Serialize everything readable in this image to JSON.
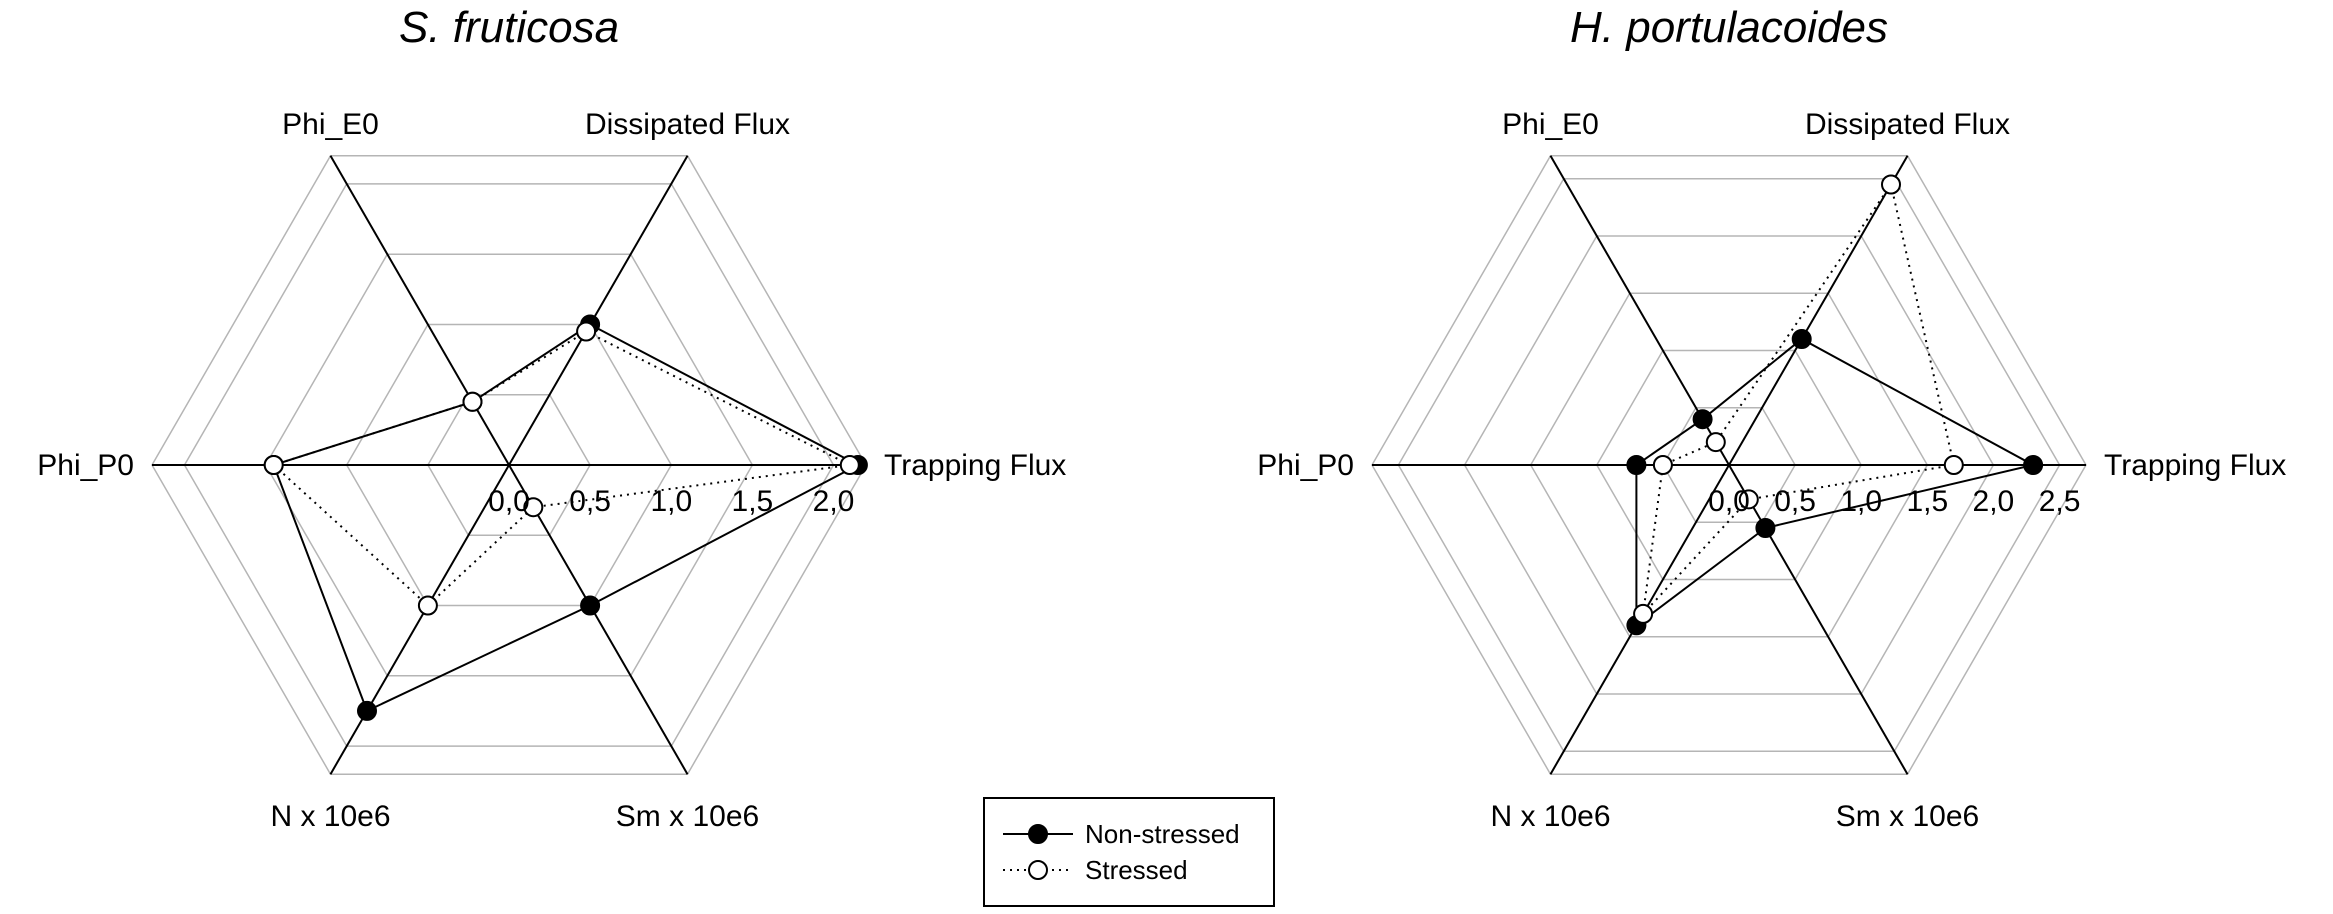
{
  "chart_data": [
    {
      "type": "radar",
      "title": "S. fruticosa",
      "axes": [
        "Trapping Flux",
        "Dissipated Flux",
        "Phi_E0",
        "Phi_P0",
        "N x 10e6",
        "Sm x 10e6"
      ],
      "ticks": [
        "0,0",
        "0,5",
        "1,0",
        "1,5",
        "2,0"
      ],
      "tick_values": [
        0,
        0.5,
        1.0,
        1.5,
        2.0
      ],
      "rmax": 2.2,
      "series": [
        {
          "name": "Non-stressed",
          "values": [
            2.15,
            1.0,
            0.45,
            1.45,
            1.75,
            1.0
          ]
        },
        {
          "name": "Stressed",
          "values": [
            2.1,
            0.95,
            0.45,
            1.45,
            1.0,
            0.3
          ]
        }
      ]
    },
    {
      "type": "radar",
      "title": "H. portulacoides",
      "axes": [
        "Trapping Flux",
        "Dissipated Flux",
        "Phi_E0",
        "Phi_P0",
        "N x 10e6",
        "Sm x 10e6"
      ],
      "ticks": [
        "0,0",
        "0,5",
        "1,0",
        "1,5",
        "2,0",
        "2,5"
      ],
      "tick_values": [
        0,
        0.5,
        1.0,
        1.5,
        2.0,
        2.5
      ],
      "rmax": 2.7,
      "series": [
        {
          "name": "Non-stressed",
          "values": [
            2.3,
            1.1,
            0.4,
            0.7,
            1.4,
            0.55
          ]
        },
        {
          "name": "Stressed",
          "values": [
            1.7,
            2.45,
            0.2,
            0.5,
            1.3,
            0.3
          ]
        }
      ]
    }
  ],
  "legend": {
    "items": [
      {
        "label": "Non-stressed"
      },
      {
        "label": "Stressed"
      }
    ]
  }
}
